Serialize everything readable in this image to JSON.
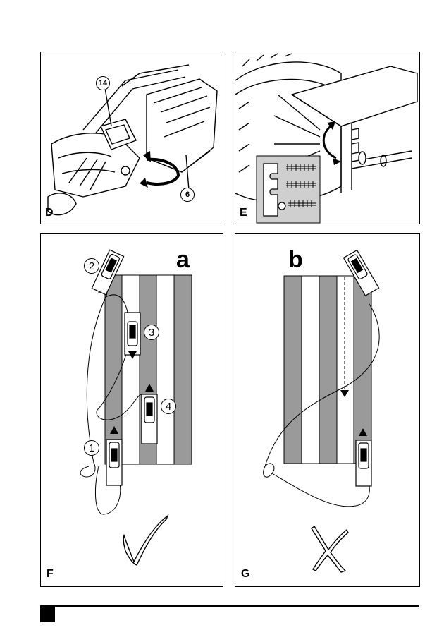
{
  "panels": {
    "D": {
      "label": "D",
      "callouts": [
        "14",
        "6"
      ]
    },
    "E": {
      "label": "E"
    },
    "F": {
      "label": "F",
      "heading": "a",
      "steps": [
        "1",
        "2",
        "3",
        "4"
      ]
    },
    "G": {
      "label": "G",
      "heading": "b"
    }
  },
  "colors": {
    "stripe": "#9a9a9a",
    "gauge": "#cfcfcf",
    "ink": "#000000"
  },
  "icons": {
    "correct": "check-mark-icon",
    "incorrect": "cross-mark-icon"
  }
}
